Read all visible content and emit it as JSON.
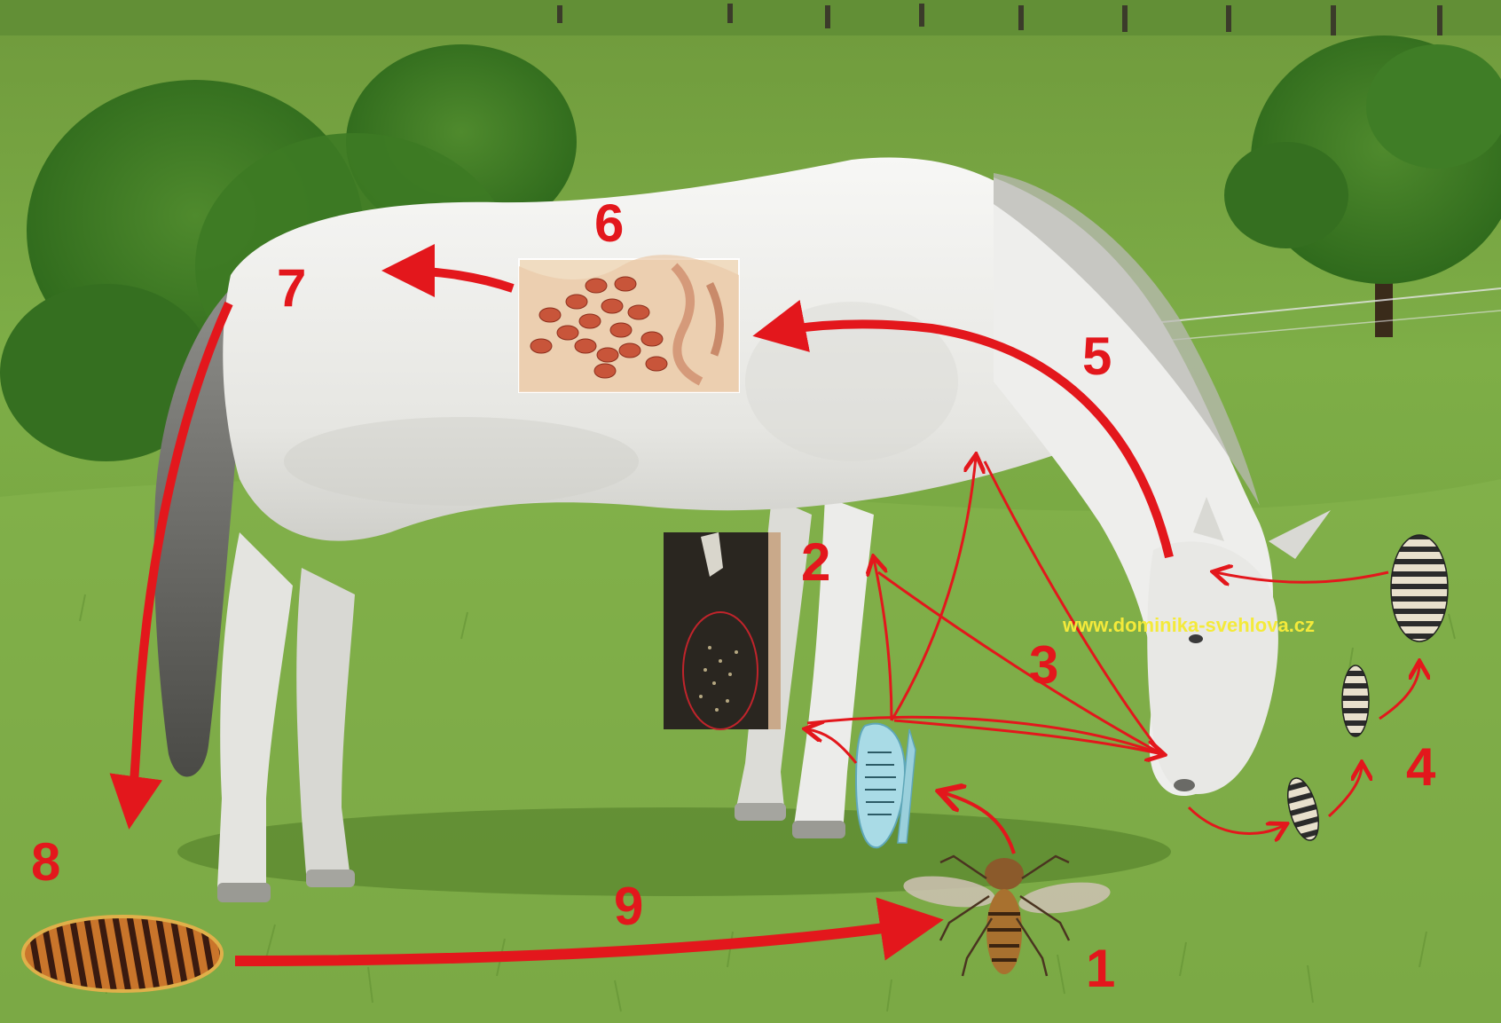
{
  "watermark": "www.dominika-svehlova.cz",
  "stages": {
    "s1": "1",
    "s2": "2",
    "s3": "3",
    "s4": "4",
    "s5": "5",
    "s6": "6",
    "s7": "7",
    "s8": "8",
    "s9": "9"
  },
  "colors": {
    "arrow": "#e3171c",
    "grass": "#7fae4a",
    "horse": "#f2f2f0",
    "watermark": "#f4ea3a"
  },
  "icons": {
    "fly": "bot-fly-icon",
    "egg": "egg-icon",
    "larva": "larva-icon",
    "pupa": "pupa-icon"
  }
}
